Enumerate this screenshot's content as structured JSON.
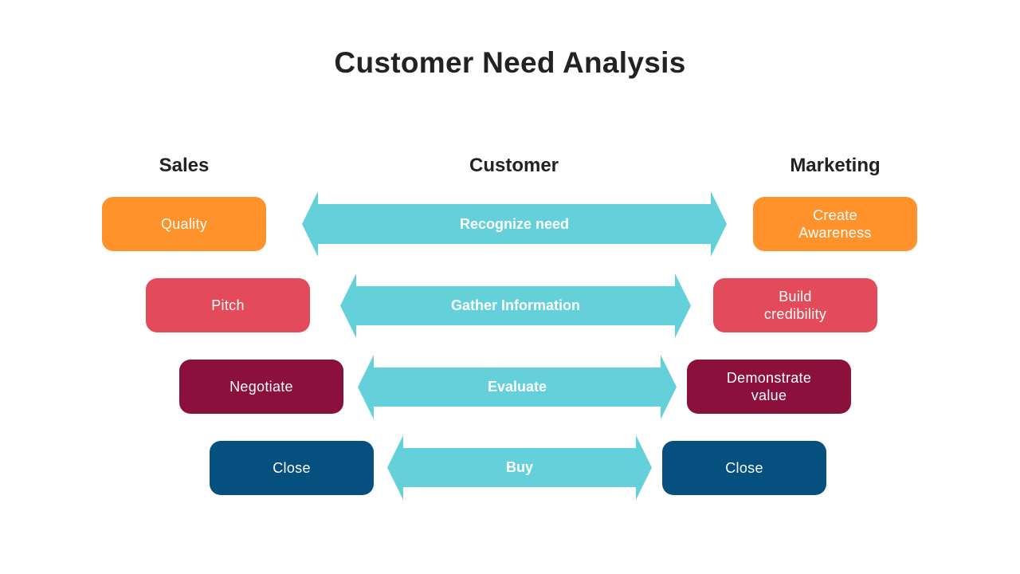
{
  "title": "Customer Need Analysis",
  "columns": {
    "sales": "Sales",
    "customer": "Customer",
    "marketing": "Marketing"
  },
  "colors": {
    "arrow": "#63D0DA",
    "orange": "#FF922B",
    "red": "#E34A5A",
    "maroon": "#8C103C",
    "navy": "#06507F"
  },
  "rows": [
    {
      "sales": "Quality",
      "stage": "Recognize need",
      "marketing": "Create\nAwareness"
    },
    {
      "sales": "Pitch",
      "stage": "Gather Information",
      "marketing": "Build\ncredibility"
    },
    {
      "sales": "Negotiate",
      "stage": "Evaluate",
      "marketing": "Demonstrate\nvalue"
    },
    {
      "sales": "Close",
      "stage": "Buy",
      "marketing": "Close"
    }
  ]
}
